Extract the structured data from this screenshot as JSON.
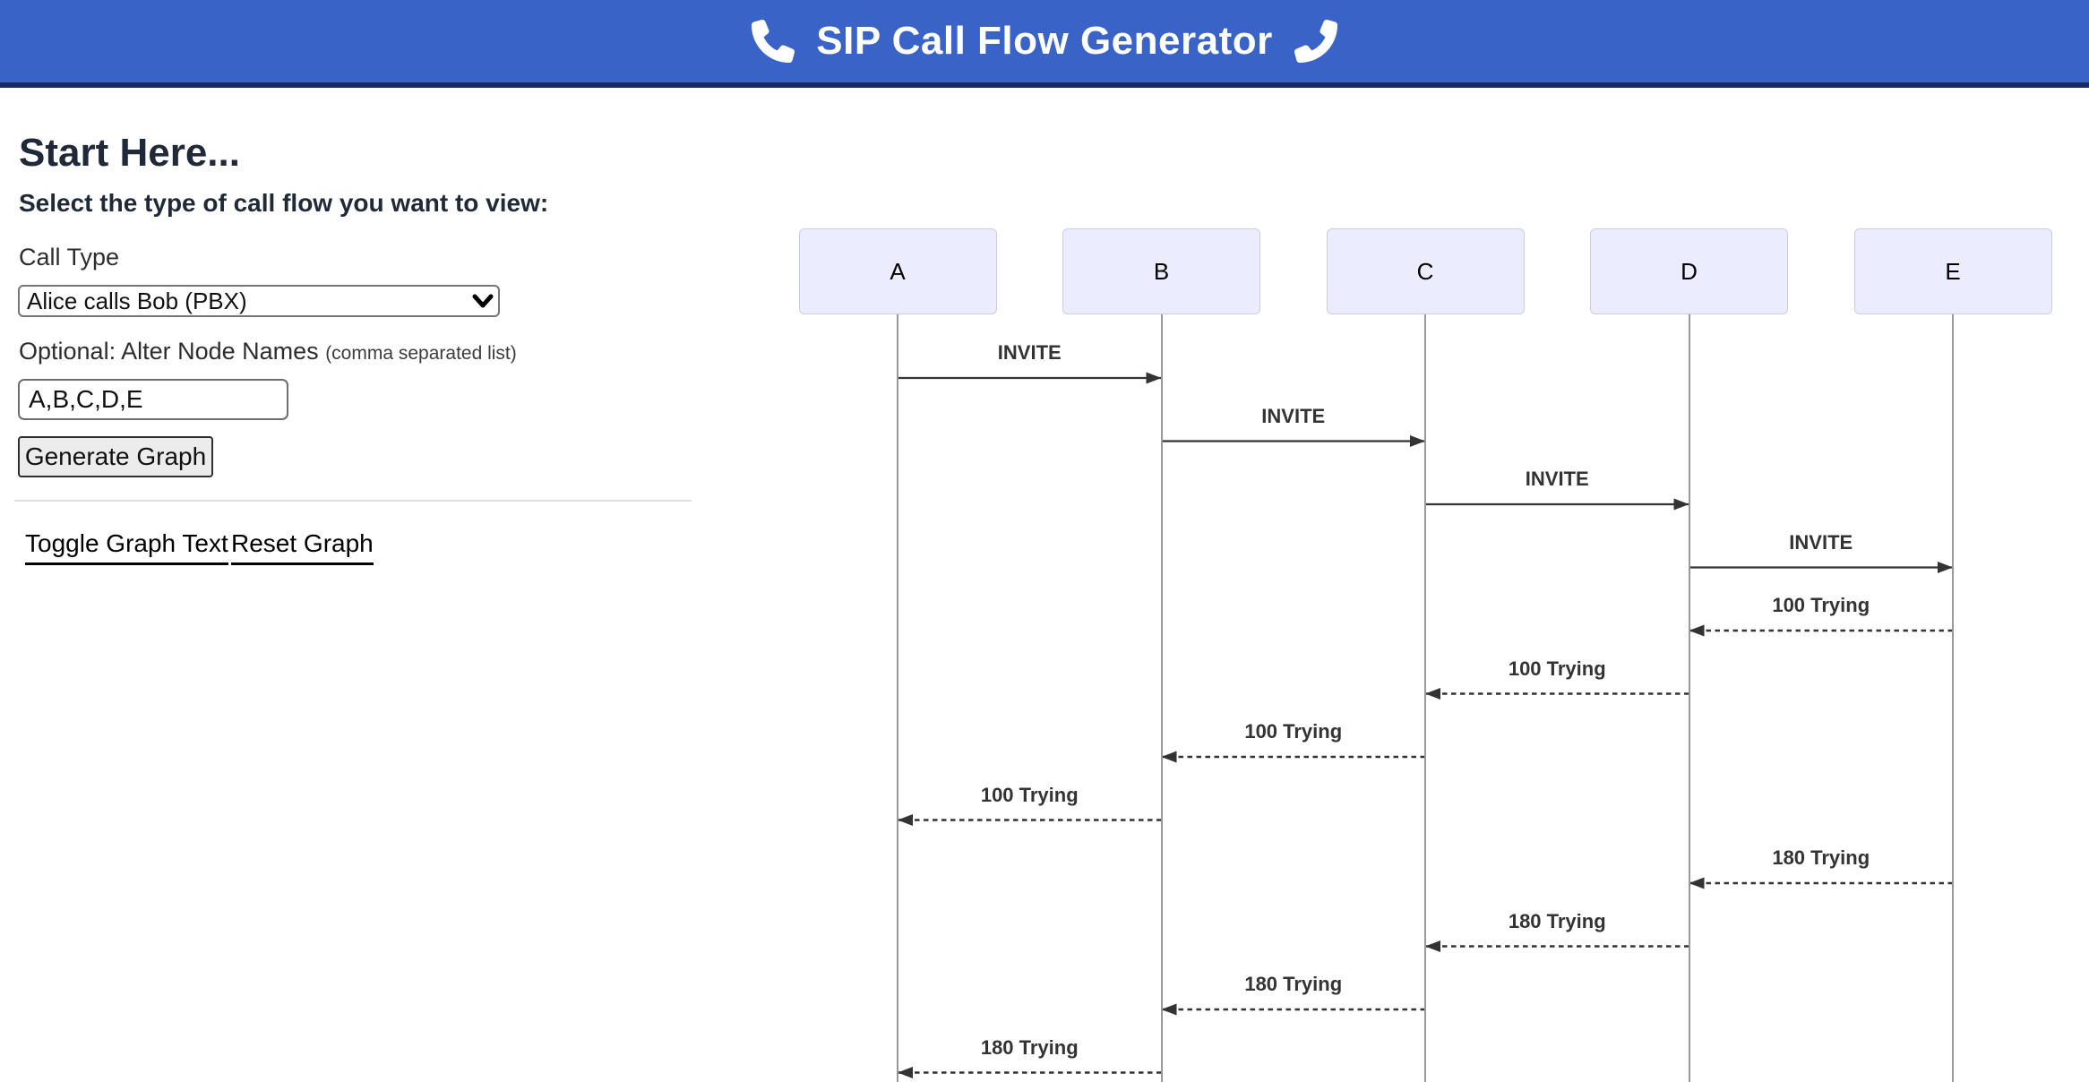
{
  "header": {
    "title": "SIP Call Flow Generator",
    "left_icon": "phone-icon",
    "right_icon": "phone-icon-mirrored"
  },
  "panel": {
    "heading": "Start Here...",
    "subheading": "Select the type of call flow you want to view:",
    "call_type_label": "Call Type",
    "call_type_value": "Alice calls Bob (PBX)",
    "optional_label": "Optional: Alter Node Names",
    "optional_hint": "(comma separated list)",
    "node_names_value": "A,B,C,D,E",
    "generate_button": "Generate Graph",
    "toggle_link": "Toggle Graph Text",
    "reset_link": "Reset Graph"
  },
  "colors": {
    "header_bg": "#3a63c8",
    "header_border": "#1c2a63",
    "actor_fill": "#ECECFF",
    "actor_border": "#CBCBE8",
    "lifeline": "#999999",
    "message": "#333333"
  },
  "diagram": {
    "actors": [
      "A",
      "B",
      "C",
      "D",
      "E"
    ],
    "messages": [
      {
        "from": "A",
        "to": "B",
        "label": "INVITE",
        "line": "solid"
      },
      {
        "from": "B",
        "to": "C",
        "label": "INVITE",
        "line": "solid"
      },
      {
        "from": "C",
        "to": "D",
        "label": "INVITE",
        "line": "solid"
      },
      {
        "from": "D",
        "to": "E",
        "label": "INVITE",
        "line": "solid"
      },
      {
        "from": "E",
        "to": "D",
        "label": "100 Trying",
        "line": "dashed"
      },
      {
        "from": "D",
        "to": "C",
        "label": "100 Trying",
        "line": "dashed"
      },
      {
        "from": "C",
        "to": "B",
        "label": "100 Trying",
        "line": "dashed"
      },
      {
        "from": "B",
        "to": "A",
        "label": "100 Trying",
        "line": "dashed"
      },
      {
        "from": "E",
        "to": "D",
        "label": "180 Trying",
        "line": "dashed"
      },
      {
        "from": "D",
        "to": "C",
        "label": "180 Trying",
        "line": "dashed"
      },
      {
        "from": "C",
        "to": "B",
        "label": "180 Trying",
        "line": "dashed"
      },
      {
        "from": "B",
        "to": "A",
        "label": "180 Trying",
        "line": "dashed"
      }
    ]
  }
}
